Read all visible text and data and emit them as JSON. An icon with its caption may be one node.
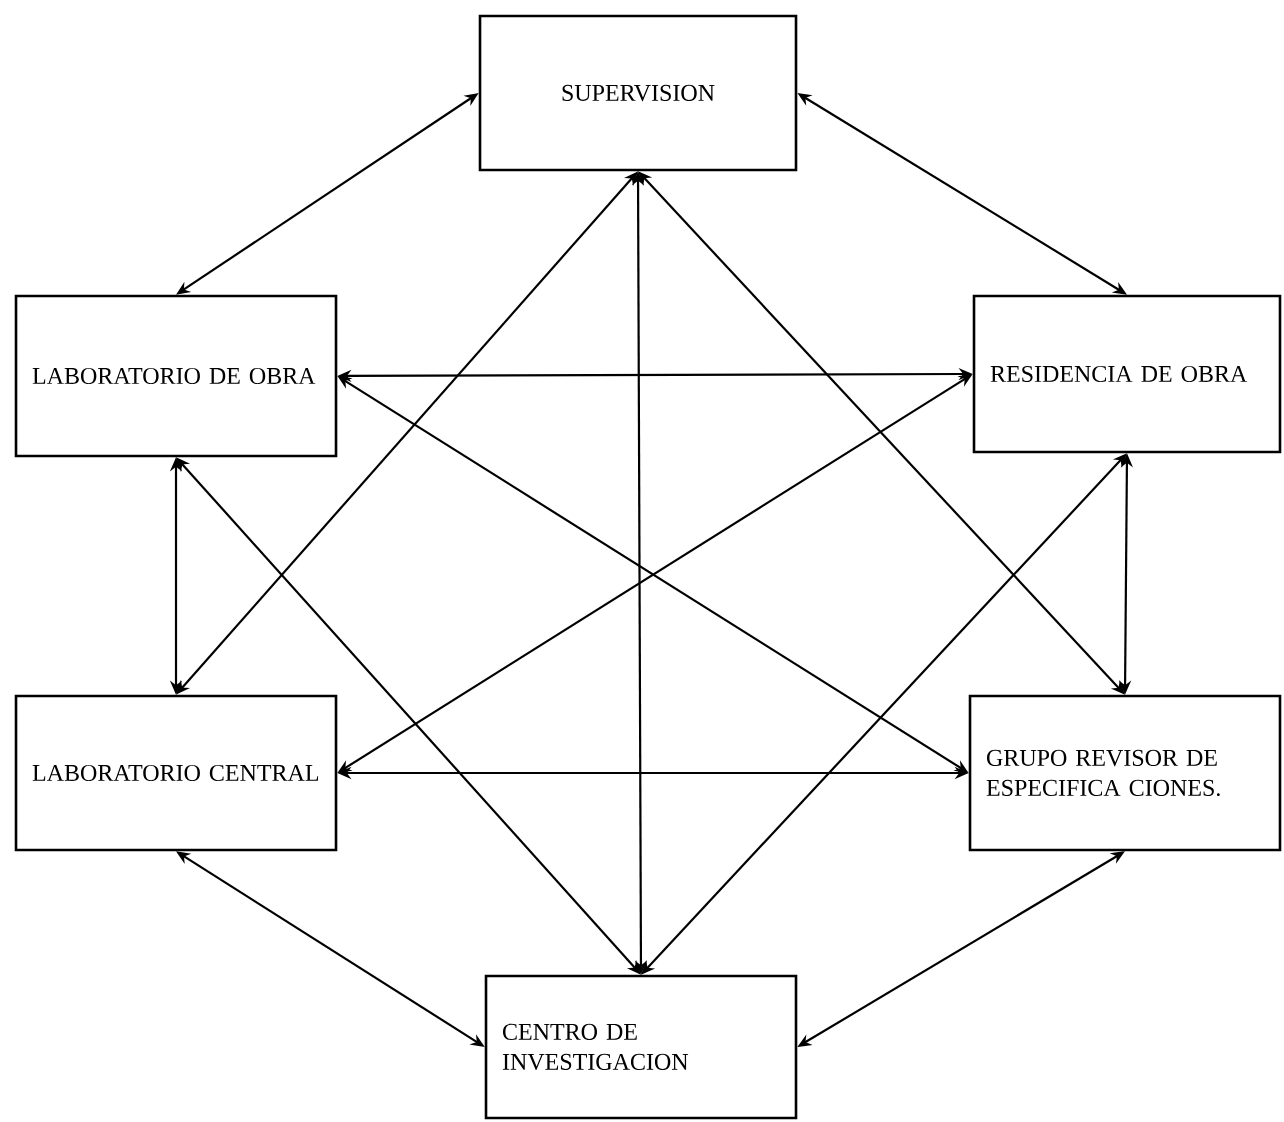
{
  "diagram": {
    "nodes": [
      {
        "text": [
          "SUPERVISION"
        ]
      },
      {
        "text": [
          "LABORATORIO DE OBRA"
        ]
      },
      {
        "text": [
          "RESIDENCIA DE OBRA"
        ]
      },
      {
        "text": [
          "LABORATORIO CENTRAL"
        ]
      },
      {
        "text": [
          "GRUPO REVISOR DE ESPECIFICA CIONES."
        ]
      },
      {
        "text": [
          "CENTRO DE INVESTIGACION"
        ]
      }
    ],
    "edges": [
      {
        "from": 0,
        "to": 1,
        "arrow": "both"
      },
      {
        "from": 0,
        "to": 2,
        "arrow": "both"
      },
      {
        "from": 1,
        "to": 2,
        "arrow": "both"
      },
      {
        "from": 1,
        "to": 3,
        "arrow": "both"
      },
      {
        "from": 2,
        "to": 4,
        "arrow": "both"
      },
      {
        "from": 3,
        "to": 4,
        "arrow": "both"
      },
      {
        "from": 3,
        "to": 5,
        "arrow": "both"
      },
      {
        "from": 4,
        "to": 5,
        "arrow": "both"
      },
      {
        "from": 0,
        "to": 5,
        "arrow": "both"
      },
      {
        "from": 0,
        "to": 3,
        "arrow": "both"
      },
      {
        "from": 0,
        "to": 4,
        "arrow": "both"
      },
      {
        "from": 1,
        "to": 5,
        "arrow": "both"
      },
      {
        "from": 1,
        "to": 4,
        "arrow": "both"
      },
      {
        "from": 2,
        "to": 3,
        "arrow": "both"
      },
      {
        "from": 2,
        "to": 5,
        "arrow": "both"
      }
    ]
  }
}
